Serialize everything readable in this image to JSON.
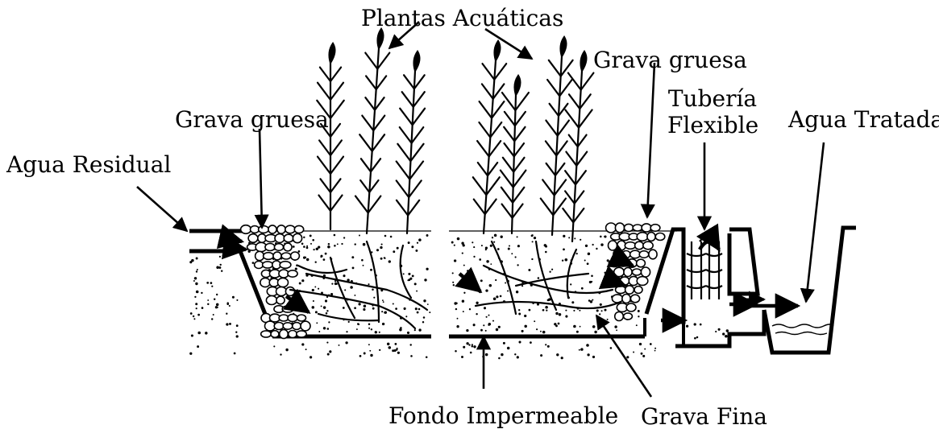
{
  "labels": {
    "plantas": "Plantas Acuáticas",
    "grava_gruesa_left": "Grava gruesa",
    "grava_gruesa_right": "Grava gruesa",
    "agua_residual": "Agua Residual",
    "tuberia_line1": "Tubería",
    "tuberia_line2": "Flexible",
    "agua_tratada": "Agua Tratada",
    "fondo": "Fondo Impermeable",
    "grava_fina": "Grava Fina"
  },
  "colors": {
    "ink": "#000000",
    "background": "#ffffff"
  }
}
